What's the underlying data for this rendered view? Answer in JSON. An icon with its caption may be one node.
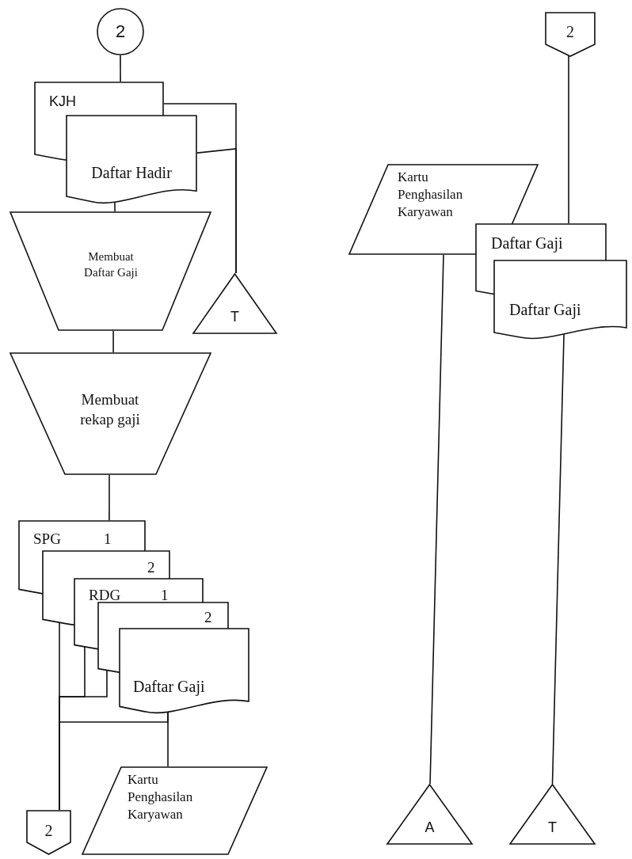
{
  "diagram": {
    "nodes": [
      {
        "text": [
          "2"
        ]
      },
      {
        "text": [
          "KJH"
        ]
      },
      {
        "text": [
          "Daftar Hadir"
        ]
      },
      {
        "text": [
          "Membuat Daftar Gaji"
        ]
      },
      {
        "text": [
          "T"
        ]
      },
      {
        "text": [
          "Membuat rekap gaji"
        ]
      },
      {
        "text": [
          "SPG",
          "1"
        ]
      },
      {
        "text": [
          "2"
        ]
      },
      {
        "text": [
          "RDG",
          "1"
        ]
      },
      {
        "text": [
          "2"
        ]
      },
      {
        "text": [
          "Daftar Gaji"
        ]
      },
      {
        "text": [
          "Kartu Penghasilan Karyawan"
        ]
      },
      {
        "text": [
          "2"
        ]
      },
      {
        "text": [
          "2"
        ]
      },
      {
        "text": [
          "Kartu Penghasilan Karyawan"
        ]
      },
      {
        "text": [
          "Daftar Gaji"
        ]
      },
      {
        "text": [
          "Daftar Gaji"
        ]
      },
      {
        "text": [
          "A"
        ]
      },
      {
        "text": [
          "T"
        ]
      }
    ],
    "edges": [
      {
        "from": 0,
        "to": 1,
        "arrow": "none"
      },
      {
        "from": 1,
        "to": 4,
        "arrow": "none"
      },
      {
        "from": 2,
        "to": 4,
        "arrow": "none"
      },
      {
        "from": 2,
        "to": 3,
        "arrow": "none"
      },
      {
        "from": 3,
        "to": 5,
        "arrow": "none"
      },
      {
        "from": 5,
        "to": 6,
        "arrow": "none"
      },
      {
        "from": 7,
        "to": 12,
        "arrow": "none"
      },
      {
        "from": 8,
        "to": 12,
        "arrow": "none"
      },
      {
        "from": 9,
        "to": 12,
        "arrow": "none"
      },
      {
        "from": 10,
        "to": 11,
        "arrow": "none"
      },
      {
        "from": 10,
        "to": 12,
        "arrow": "none"
      },
      {
        "from": 13,
        "to": 15,
        "arrow": "none"
      },
      {
        "from": 14,
        "to": 17,
        "arrow": "none"
      },
      {
        "from": 16,
        "to": 18,
        "arrow": "none"
      }
    ]
  }
}
